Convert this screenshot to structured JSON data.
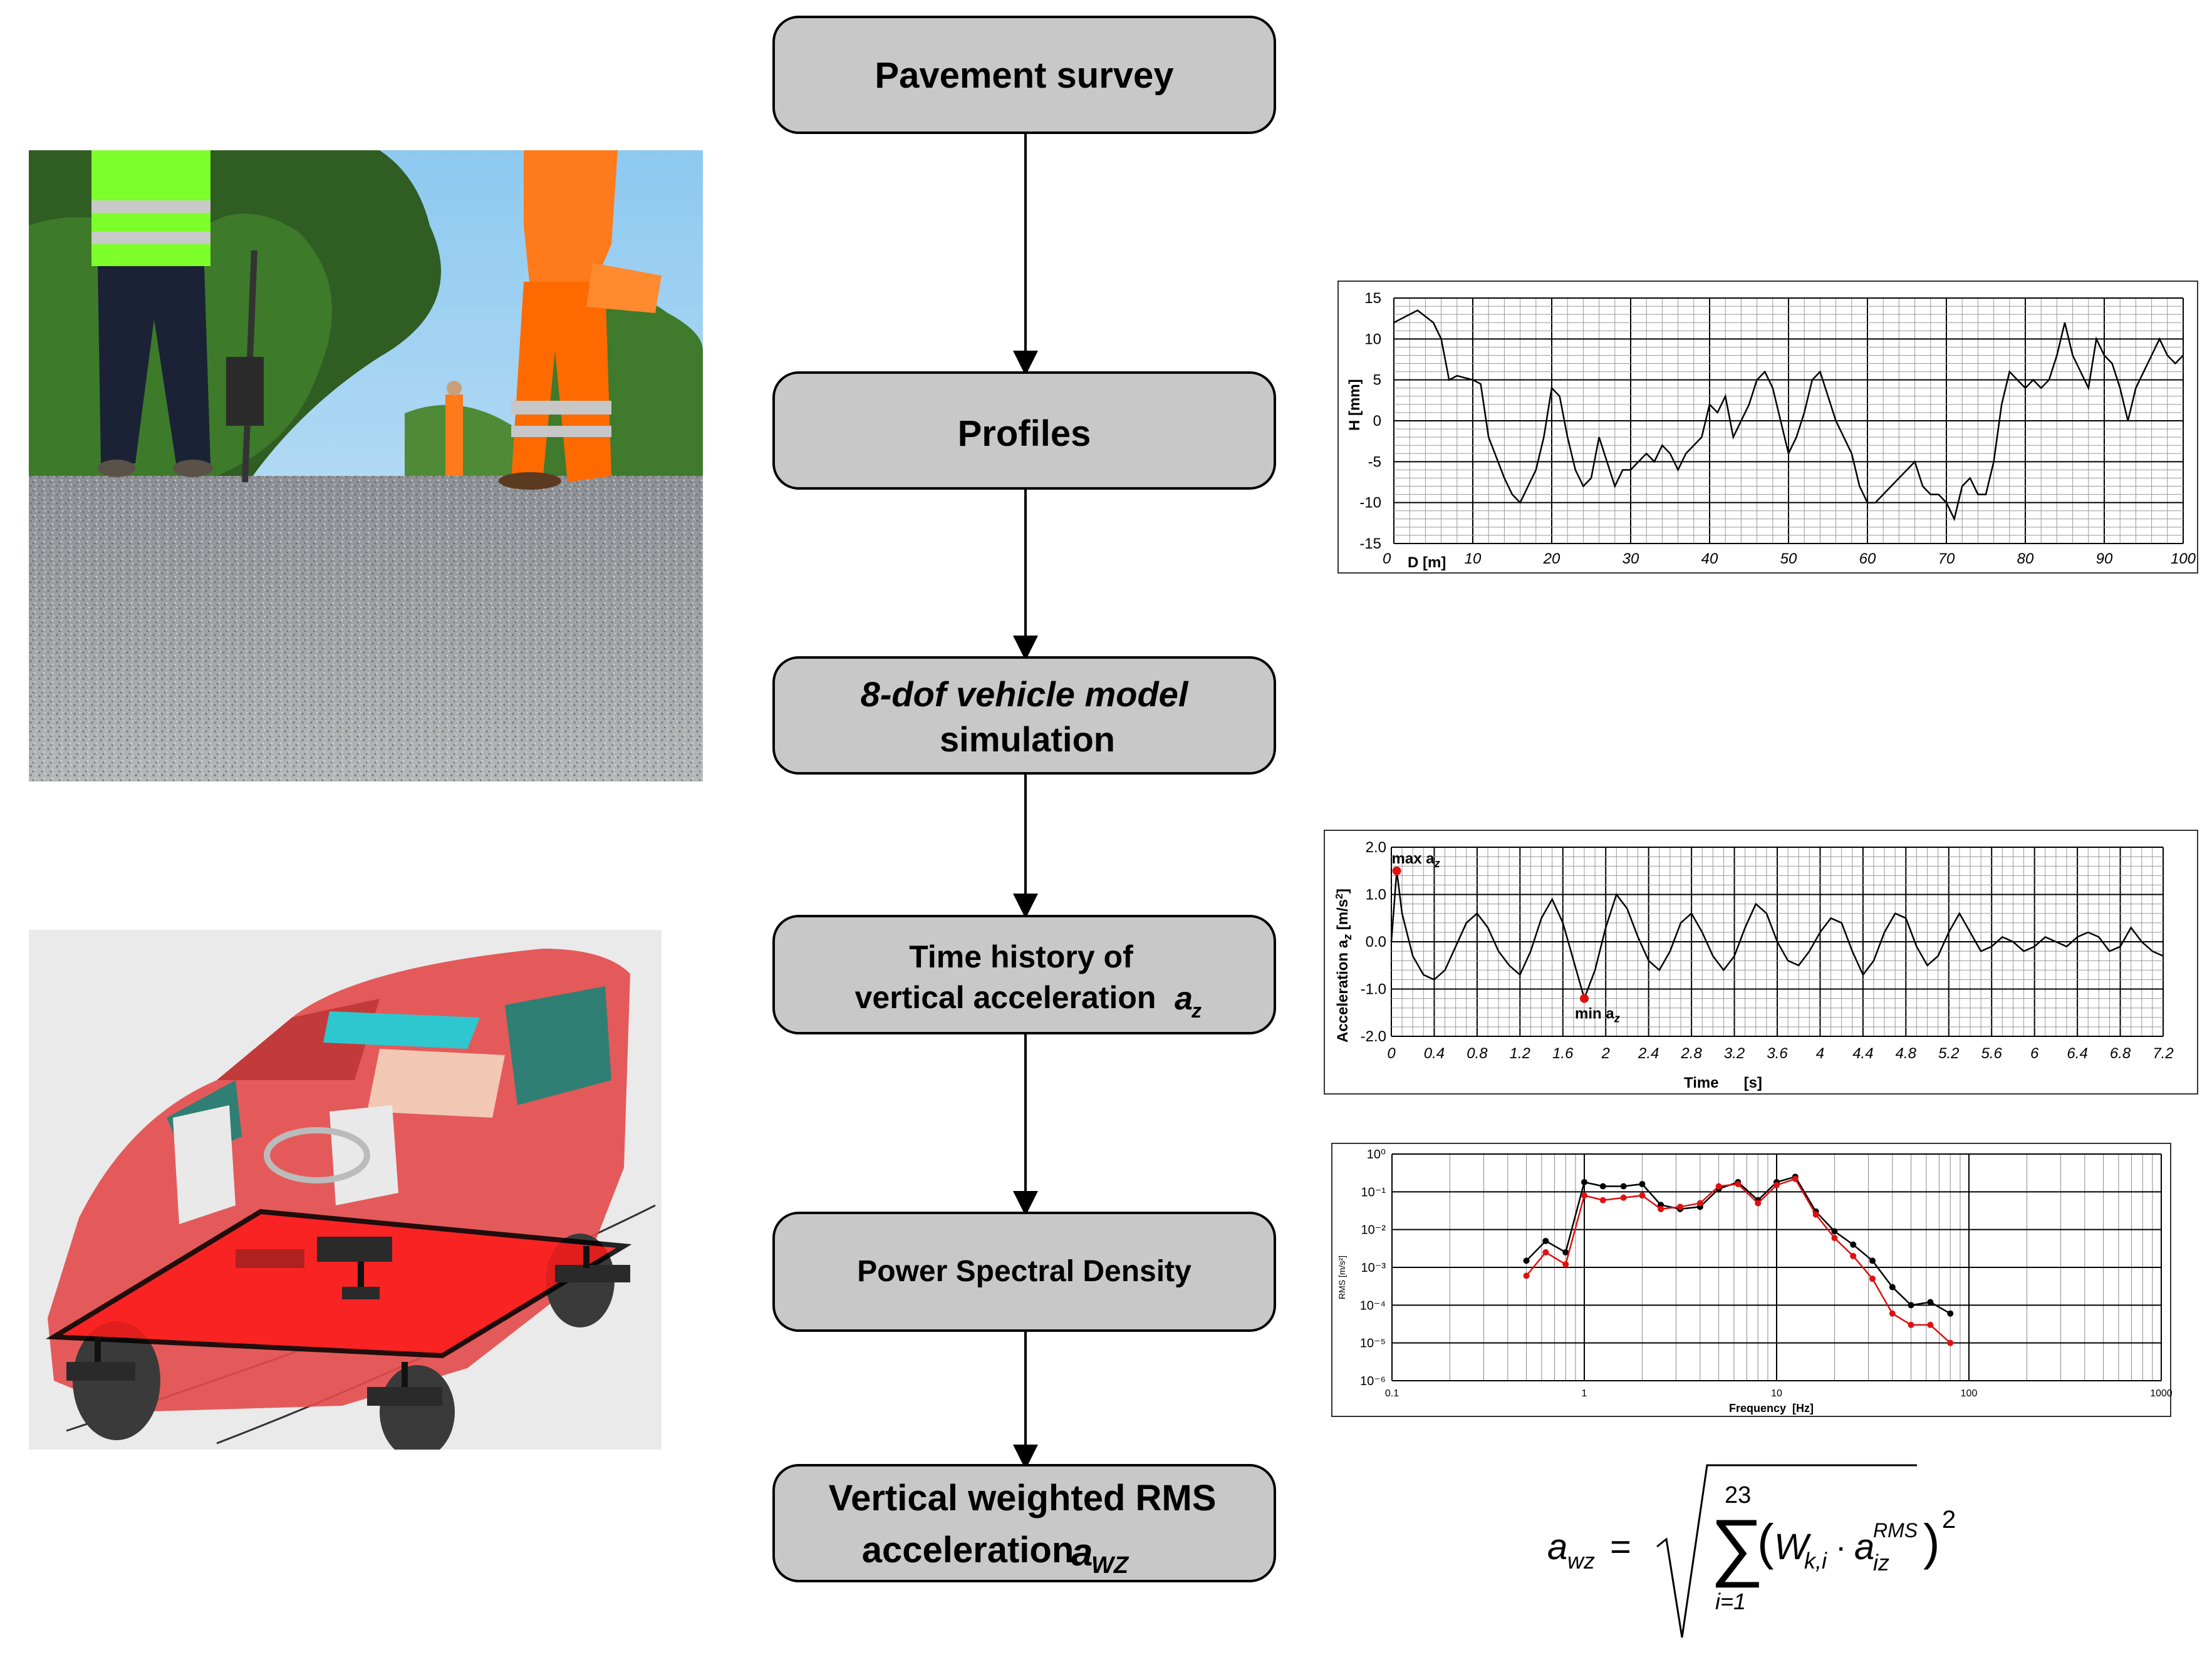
{
  "flow": {
    "step1": "Pavement survey",
    "step2": "Profiles",
    "step3_line1": "8-dof vehicle model",
    "step3_line2": "simulation",
    "step4_line1": "Time history  of",
    "step4_line2": "vertical acceleration",
    "step4_symbol": "a",
    "step4_sub": "z",
    "step5": "Power Spectral Density",
    "step6_line1": "Vertical weighted RMS",
    "step6_line2": "acceleration",
    "step6_symbol": "a",
    "step6_sub": "WZ"
  },
  "formula": {
    "lhs": "a",
    "lhs_sub": "wz",
    "equals": "=",
    "sum_upper": "23",
    "sum_lower": "i=1",
    "term_W": "W",
    "term_W_sub": "k,i",
    "dot": "·",
    "term_a": "a",
    "term_a_sup": "RMS",
    "term_a_sub": "iz",
    "power": "2"
  },
  "colors": {
    "box_fill": "#c8c8c8",
    "line": "#000000",
    "series_black": "#000000",
    "series_red": "#e01010",
    "car_body": "#e34a4a",
    "platform": "#ff1a1a"
  },
  "chart_data": [
    {
      "type": "line",
      "xlabel": "D [m]",
      "ylabel": "H [mm]",
      "xlim": [
        0,
        100
      ],
      "ylim": [
        -15,
        15
      ],
      "xticks": [
        "0",
        "10",
        "20",
        "30",
        "40",
        "50",
        "60",
        "70",
        "80",
        "90",
        "100"
      ],
      "yticks": [
        "15",
        "10",
        "5",
        "0",
        "-5",
        "-10",
        "-15"
      ],
      "grid": true,
      "x": [
        0,
        2,
        3,
        5,
        6,
        7,
        8,
        10,
        11,
        12,
        14,
        15,
        16,
        17,
        18,
        19,
        20,
        21,
        22,
        23,
        24,
        25,
        26,
        27,
        28,
        29,
        30,
        31,
        32,
        33,
        34,
        35,
        36,
        37,
        38,
        39,
        40,
        41,
        42,
        43,
        44,
        45,
        46,
        47,
        48,
        49,
        50,
        51,
        52,
        53,
        54,
        55,
        56,
        57,
        58,
        59,
        60,
        61,
        62,
        63,
        64,
        65,
        66,
        67,
        68,
        69,
        70,
        71,
        72,
        73,
        74,
        75,
        76,
        77,
        78,
        79,
        80,
        81,
        82,
        83,
        84,
        85,
        86,
        87,
        88,
        89,
        90,
        91,
        92,
        93,
        94,
        95,
        96,
        97,
        98,
        99,
        100
      ],
      "values": [
        12,
        13,
        13.5,
        12,
        10,
        5,
        5.5,
        5,
        4.5,
        -2,
        -7,
        -9,
        -10,
        -8,
        -6,
        -2,
        4,
        3,
        -2,
        -6,
        -8,
        -7,
        -2,
        -5,
        -8,
        -6,
        -6,
        -5,
        -4,
        -5,
        -3,
        -4,
        -6,
        -4,
        -3,
        -2,
        2,
        1,
        3,
        -2,
        0,
        2,
        5,
        6,
        4,
        0,
        -4,
        -2,
        1,
        5,
        6,
        3,
        0,
        -2,
        -4,
        -8,
        -10,
        -10,
        -9,
        -8,
        -7,
        -6,
        -5,
        -8,
        -9,
        -9,
        -10,
        -12,
        -8,
        -7,
        -9,
        -9,
        -5,
        2,
        6,
        5,
        4,
        5,
        4,
        5,
        8,
        12,
        8,
        6,
        4,
        10,
        8,
        7,
        4,
        0,
        4,
        6,
        8,
        10,
        8,
        7,
        8
      ],
      "series": [
        {
          "values": []
        }
      ]
    },
    {
      "type": "line",
      "xlabel": "Time      [s]",
      "ylabel": "Acceleration a",
      "ylabel_sub": "z",
      "ylabel_unit": " [m/s",
      "ylabel_unit_sup": "2",
      "ylabel_unit_end": "]",
      "xlim": [
        0,
        7.2
      ],
      "ylim": [
        -2.0,
        2.0
      ],
      "xticks": [
        "0",
        "0.4",
        "0.8",
        "1.2",
        "1.6",
        "2",
        "2.4",
        "2.8",
        "3.2",
        "3.6",
        "4",
        "4.4",
        "4.8",
        "5.2",
        "5.6",
        "6",
        "6.4",
        "6.8",
        "7.2"
      ],
      "yticks": [
        "2.0",
        "1.0",
        "0.0",
        "-1.0",
        "-2.0"
      ],
      "annotations": [
        {
          "label": "max a",
          "label_sub": "z",
          "x": 0.05,
          "y": 1.5
        },
        {
          "label": "min a",
          "label_sub": "z",
          "x": 1.8,
          "y": -1.2
        }
      ],
      "grid": true,
      "x": [
        0,
        0.05,
        0.1,
        0.2,
        0.3,
        0.4,
        0.5,
        0.6,
        0.7,
        0.8,
        0.9,
        1.0,
        1.1,
        1.2,
        1.3,
        1.4,
        1.5,
        1.6,
        1.7,
        1.8,
        1.9,
        2.0,
        2.1,
        2.2,
        2.3,
        2.4,
        2.5,
        2.6,
        2.7,
        2.8,
        2.9,
        3.0,
        3.1,
        3.2,
        3.3,
        3.4,
        3.5,
        3.6,
        3.7,
        3.8,
        3.9,
        4.0,
        4.1,
        4.2,
        4.3,
        4.4,
        4.5,
        4.6,
        4.7,
        4.8,
        4.9,
        5.0,
        5.1,
        5.2,
        5.3,
        5.4,
        5.5,
        5.6,
        5.7,
        5.8,
        5.9,
        6.0,
        6.1,
        6.2,
        6.3,
        6.4,
        6.5,
        6.6,
        6.7,
        6.8,
        6.9,
        7.0,
        7.1,
        7.2
      ],
      "values": [
        0.0,
        1.5,
        0.6,
        -0.3,
        -0.7,
        -0.8,
        -0.6,
        -0.1,
        0.4,
        0.6,
        0.3,
        -0.2,
        -0.5,
        -0.7,
        -0.2,
        0.5,
        0.9,
        0.4,
        -0.4,
        -1.2,
        -0.6,
        0.3,
        1.0,
        0.7,
        0.1,
        -0.4,
        -0.6,
        -0.2,
        0.4,
        0.6,
        0.2,
        -0.3,
        -0.6,
        -0.3,
        0.3,
        0.8,
        0.6,
        0.0,
        -0.4,
        -0.5,
        -0.2,
        0.2,
        0.5,
        0.4,
        -0.2,
        -0.7,
        -0.4,
        0.2,
        0.6,
        0.5,
        -0.1,
        -0.5,
        -0.3,
        0.2,
        0.6,
        0.2,
        -0.2,
        -0.1,
        0.1,
        0.0,
        -0.2,
        -0.1,
        0.1,
        0.0,
        -0.1,
        0.1,
        0.2,
        0.1,
        -0.2,
        -0.1,
        0.3,
        0.0,
        -0.2,
        -0.3
      ]
    },
    {
      "type": "line",
      "xlabel": "Frequency  [Hz]",
      "ylabel": "RMS [m/s²]",
      "xscale": "log",
      "yscale": "log",
      "xlim": [
        0.1,
        1000
      ],
      "ylim": [
        1e-06,
        1
      ],
      "xticks": [
        "0.1",
        "1",
        "10",
        "100",
        "1000"
      ],
      "yticks": [
        "10⁰",
        "10⁻¹",
        "10⁻²",
        "10⁻³",
        "10⁻⁴",
        "10⁻⁵",
        "10⁻⁶"
      ],
      "grid": true,
      "x": [
        0.5,
        0.63,
        0.8,
        1.0,
        1.25,
        1.6,
        2.0,
        2.5,
        3.15,
        4.0,
        5.0,
        6.3,
        8.0,
        10.0,
        12.5,
        16.0,
        20.0,
        25.0,
        31.5,
        40.0,
        50.0,
        63.0,
        80.0
      ],
      "series": [
        {
          "color": "#000000",
          "values": [
            0.0015,
            0.005,
            0.0025,
            0.18,
            0.14,
            0.14,
            0.16,
            0.045,
            0.035,
            0.04,
            0.12,
            0.18,
            0.06,
            0.18,
            0.25,
            0.03,
            0.009,
            0.004,
            0.0015,
            0.0003,
            0.0001,
            0.00012,
            6e-05
          ]
        },
        {
          "color": "#e01010",
          "values": [
            0.0006,
            0.0025,
            0.0012,
            0.08,
            0.06,
            0.07,
            0.08,
            0.035,
            0.04,
            0.05,
            0.14,
            0.16,
            0.05,
            0.15,
            0.22,
            0.025,
            0.006,
            0.002,
            0.0005,
            6e-05,
            3e-05,
            3e-05,
            1e-05
          ]
        }
      ]
    }
  ]
}
